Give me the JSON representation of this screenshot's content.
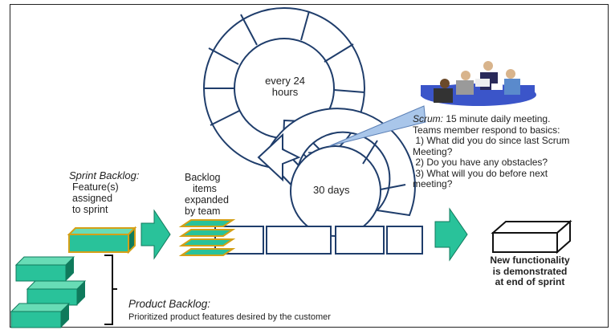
{
  "cycle": {
    "daily_label_1": "every 24",
    "daily_label_2": "hours",
    "sprint_label": "30 days"
  },
  "sprint_backlog": {
    "title": "Sprint Backlog:",
    "line1": "Feature(s)",
    "line2": "assigned",
    "line3": "to sprint"
  },
  "backlog_items": {
    "line1": "Backlog",
    "line2": "items",
    "line3": "expanded",
    "line4": "by team"
  },
  "scrum": {
    "title": "Scrum:",
    "title_rest": " 15 minute daily meeting.",
    "line2": "Teams member respond to basics:",
    "line3": " 1) What did you do since last Scrum",
    "line4": "Meeting?",
    "line5": " 2) Do you have any obstacles?",
    "line6": " 3) What will you do before next",
    "line7": "meeting?"
  },
  "new_functionality": {
    "line1": "New functionality",
    "line2": "is demonstrated",
    "line3": "at end of sprint"
  },
  "product_backlog": {
    "title": "Product Backlog:",
    "subtitle": "Prioritized product features desired by the customer"
  },
  "colors": {
    "teal": "#29c29a",
    "teal_dark": "#0f7a5c",
    "outline": "#1f3d6b",
    "meeting_table": "#3b55c9",
    "callout": "#a9c6ea"
  }
}
